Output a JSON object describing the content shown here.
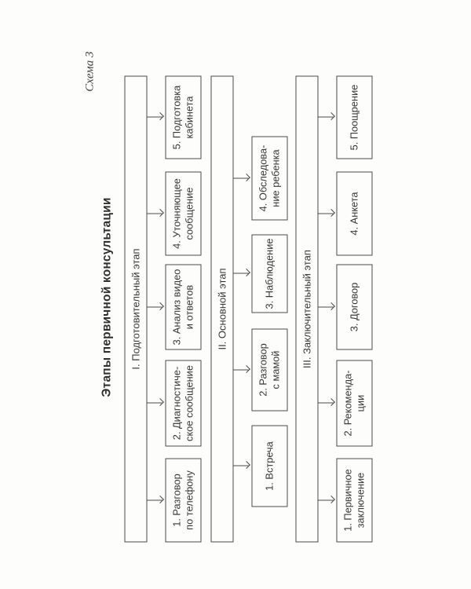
{
  "page": {
    "scheme_label": "Схема 3",
    "title": "Этапы первичной консультации"
  },
  "stages": [
    {
      "label": "I. Подготовительный этап",
      "boxes": [
        "1. Разговор\nпо телефону",
        "2. Диагностиче-\nское сообщение",
        "3. Анализ видео\nи ответов",
        "4. Уточняющее\nсообщение",
        "5. Подготовка\nкабинета"
      ]
    },
    {
      "label": "II. Основной этап",
      "boxes": [
        "1. Встреча",
        "2. Разговор\nс мамой",
        "3. Наблюдение",
        "4. Обследова-\nние ребенка"
      ]
    },
    {
      "label": "III. Заключительный этап",
      "boxes": [
        "1. Первичное\nзаключение",
        "2. Рекоменда-\nции",
        "3. Договор",
        "4. Анкета",
        "5. Поощрение"
      ]
    }
  ],
  "colors": {
    "ink": "#383838",
    "line": "#4a4a4a",
    "paper": "#fdfdfb"
  }
}
